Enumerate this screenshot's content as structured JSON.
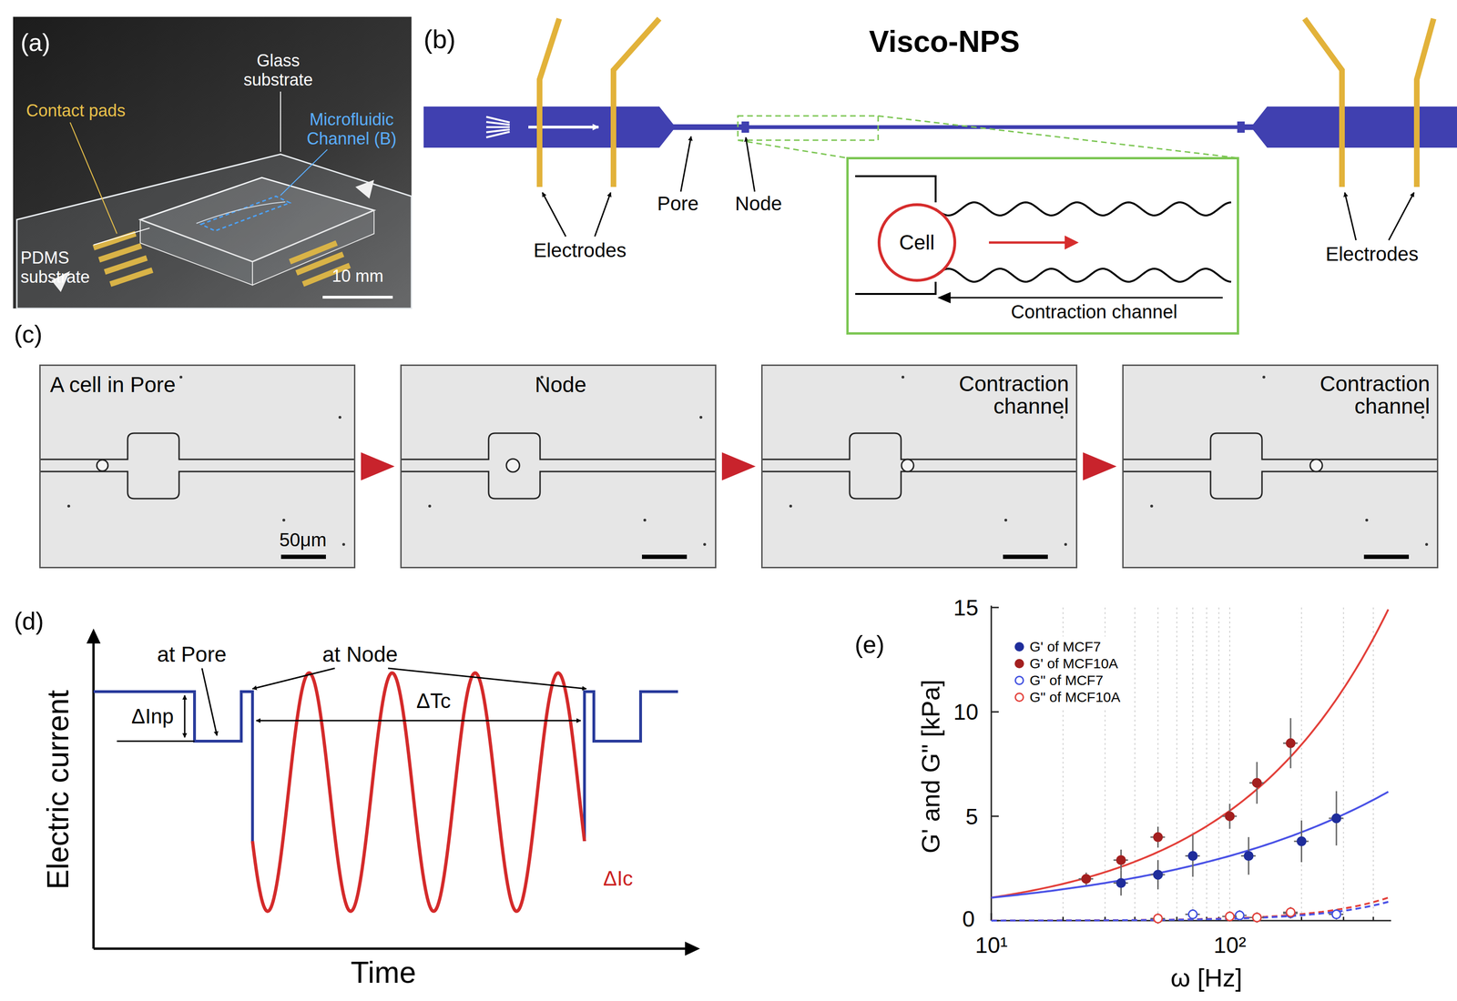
{
  "diagram": {
    "title": "Visco-NPS",
    "nodes": [
      {
        "text": [
          "Contraction channel"
        ]
      },
      {
        "text": [
          "Cell"
        ],
        "in": 0
      },
      {
        "text": [
          "A cell in Pore",
          "50μm"
        ]
      },
      {
        "text": [
          "Node"
        ]
      },
      {
        "text": [
          "Contraction channel"
        ]
      },
      {
        "text": [
          "Contraction channel"
        ]
      }
    ],
    "edges": [
      {
        "from": 2,
        "to": 3,
        "arrow": "to"
      },
      {
        "from": 3,
        "to": 4,
        "arrow": "to"
      },
      {
        "from": 4,
        "to": 5,
        "arrow": "to"
      }
    ],
    "labels": [
      "(a)",
      "Glass substrate",
      "Contact pads",
      "Microfluidic Channel (B)",
      "PDMS substrate",
      "10 mm",
      "(b)",
      "Electrodes",
      "Pore",
      "Node",
      "Electrodes",
      "(c)",
      "(d)",
      "Electric current",
      "at Pore",
      "at Node",
      "ΔInp",
      "ΔTc",
      "ΔIc",
      "Time",
      "(e)",
      "15",
      "10",
      "5",
      "0",
      "10¹",
      "10²",
      "G' and G\" [kPa]",
      "ω [Hz]"
    ],
    "legend": [
      {
        "text": "G' of MCF7",
        "color": "#1f2d9b"
      },
      {
        "text": "G' of MCF10A",
        "color": "#a31f1f"
      },
      {
        "text": "G\" of MCF7"
      },
      {
        "text": "G\" of MCF10A"
      }
    ]
  }
}
